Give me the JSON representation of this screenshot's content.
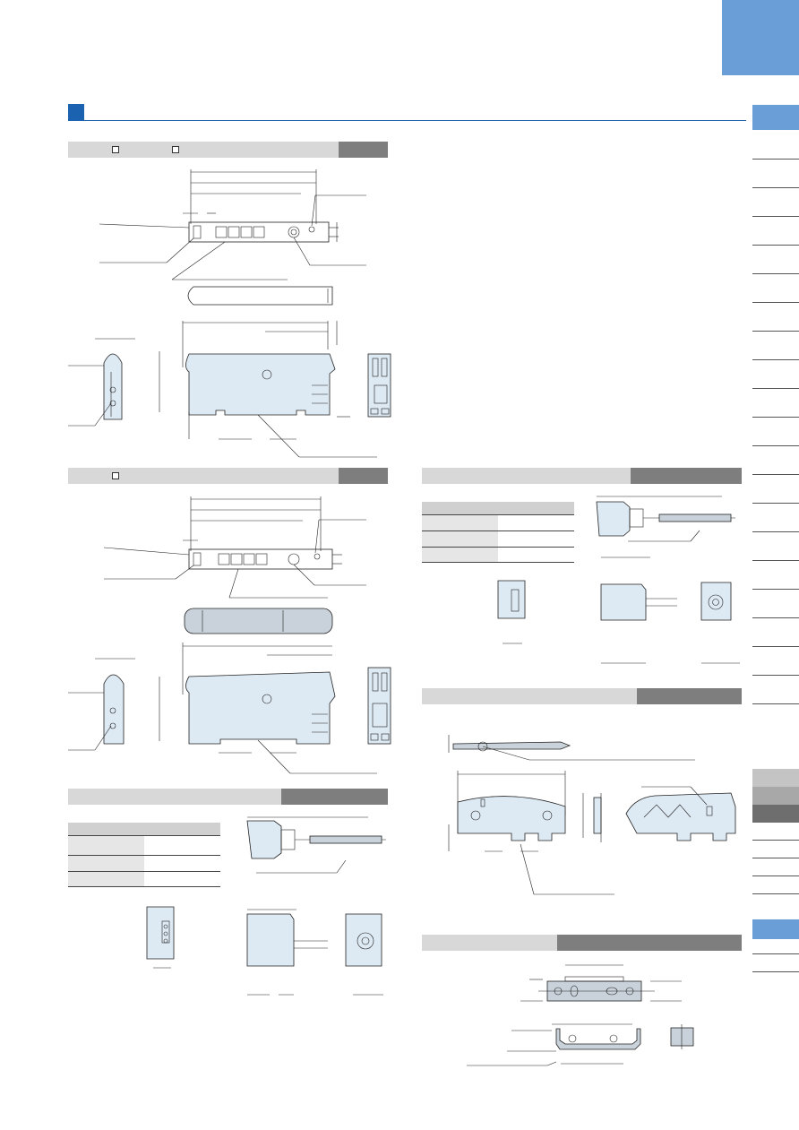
{
  "page": {
    "section_heading": "",
    "colors": {
      "accent": "#1b63b1",
      "tab": "#6a9ed6",
      "bar_light": "#d8d8d8",
      "bar_dark": "#7e7e7e"
    }
  },
  "sections": [
    {
      "id": "amplifier-a",
      "heading": ""
    },
    {
      "id": "amplifier-b",
      "heading": ""
    },
    {
      "id": "connector-cable-a",
      "heading": ""
    },
    {
      "id": "connector-cable-b",
      "heading": ""
    },
    {
      "id": "mounting-bracket-a",
      "heading": ""
    },
    {
      "id": "mounting-bracket-b",
      "heading": ""
    }
  ],
  "side_nav": {
    "active_tab": "",
    "items": []
  }
}
